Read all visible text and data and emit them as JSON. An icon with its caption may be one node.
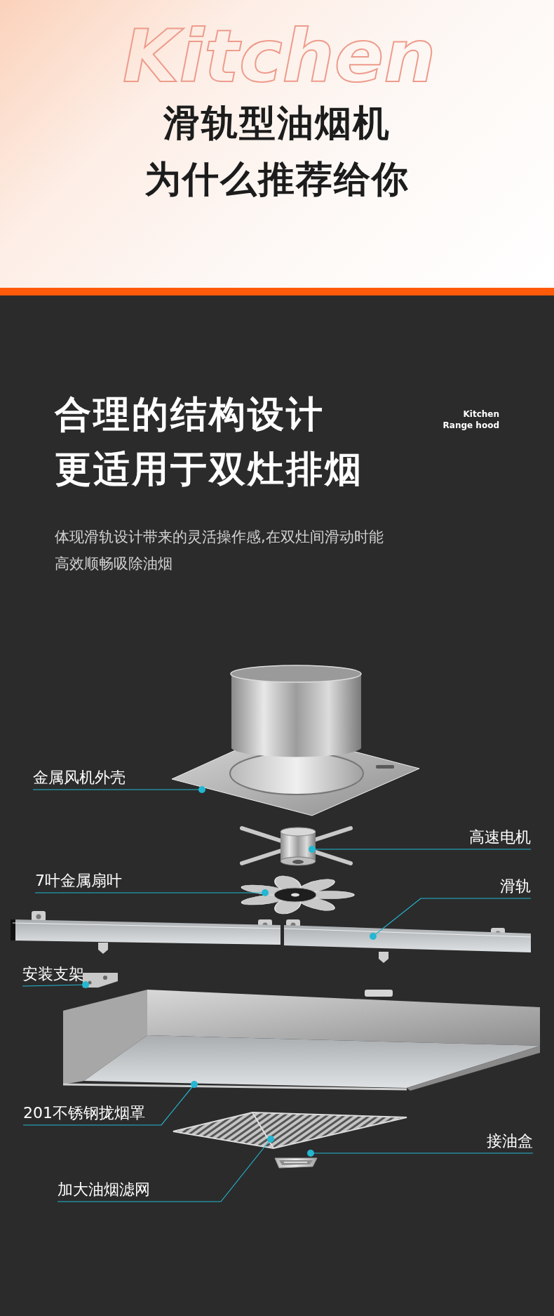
{
  "diagram": {
    "nodes": [
      {
        "text": [
          "金属风机外壳"
        ]
      },
      {
        "text": [],
        "shape": "picture"
      },
      {
        "text": [
          "高速电机"
        ]
      },
      {
        "text": [],
        "shape": "picture"
      },
      {
        "text": [
          "7叶金属扇叶"
        ]
      },
      {
        "text": [],
        "shape": "picture"
      },
      {
        "text": [
          "滑轨"
        ]
      },
      {
        "text": [],
        "shape": "picture"
      },
      {
        "text": [
          "安装支架"
        ]
      },
      {
        "text": [],
        "shape": "picture"
      },
      {
        "text": [
          "201不锈钢拢烟罩"
        ]
      },
      {
        "text": [],
        "shape": "picture"
      },
      {
        "text": [],
        "shape": "picture"
      },
      {
        "text": [
          "接油盒"
        ]
      },
      {
        "text": [],
        "shape": "picture"
      },
      {
        "text": [
          "加大油烟滤网"
        ]
      }
    ],
    "edges": [
      {
        "from": 0,
        "to": 1,
        "arrow": "other"
      },
      {
        "from": 2,
        "to": 3,
        "arrow": "other"
      },
      {
        "from": 4,
        "to": 5,
        "arrow": "other"
      },
      {
        "from": 6,
        "to": 7,
        "arrow": "other"
      },
      {
        "from": 8,
        "to": 9,
        "arrow": "other"
      },
      {
        "from": 10,
        "to": 11,
        "arrow": "other"
      },
      {
        "from": 13,
        "to": 14,
        "arrow": "other"
      },
      {
        "from": 15,
        "to": 12,
        "arrow": "other"
      }
    ],
    "labels": [
      "Kitchen",
      "滑轨型油烟机",
      "为什么推荐给你",
      "合理的结构设计",
      "Kitchen Range hood",
      "更适用于双灶排烟",
      "体现滑轨设计带来的灵活操作感,在双灶间滑动时能高效顺畅吸除油烟"
    ]
  }
}
